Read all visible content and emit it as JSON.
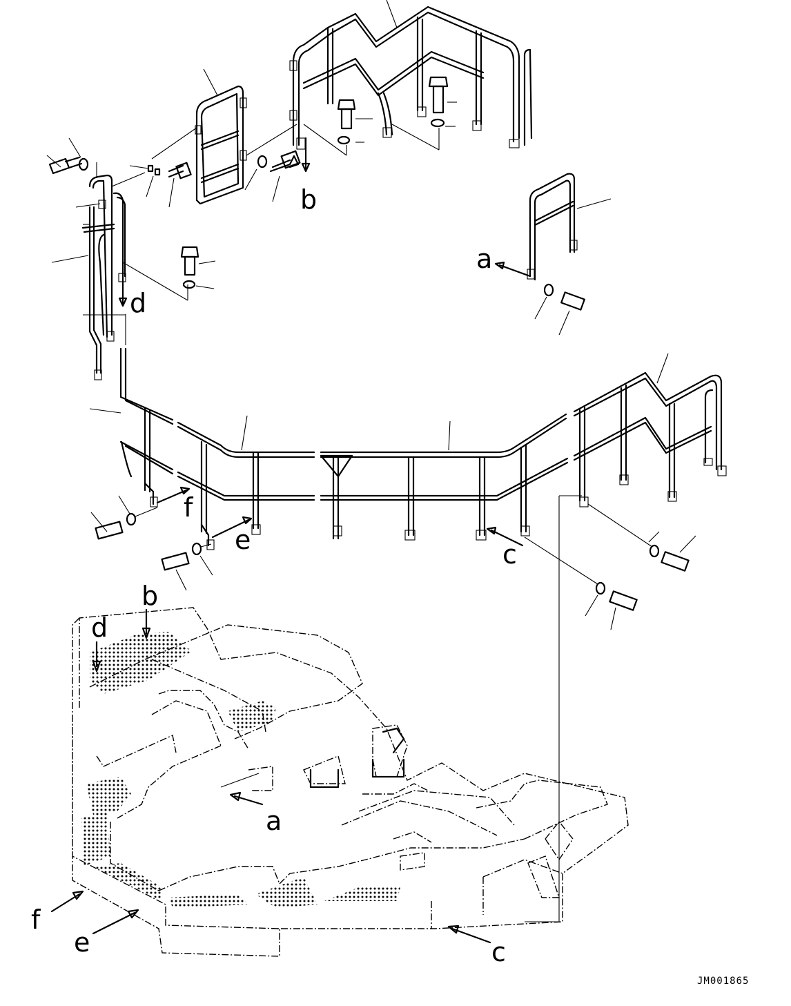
{
  "callouts": {
    "a_upper": "a",
    "b_upper": "b",
    "c_upper": "c",
    "d_upper": "d",
    "e_upper": "e",
    "f_upper": "f",
    "a_lower": "a",
    "b_lower": "b",
    "c_lower": "c",
    "d_lower": "d",
    "e_lower": "e",
    "f_lower": "f"
  },
  "drawing_number": "JM001865"
}
